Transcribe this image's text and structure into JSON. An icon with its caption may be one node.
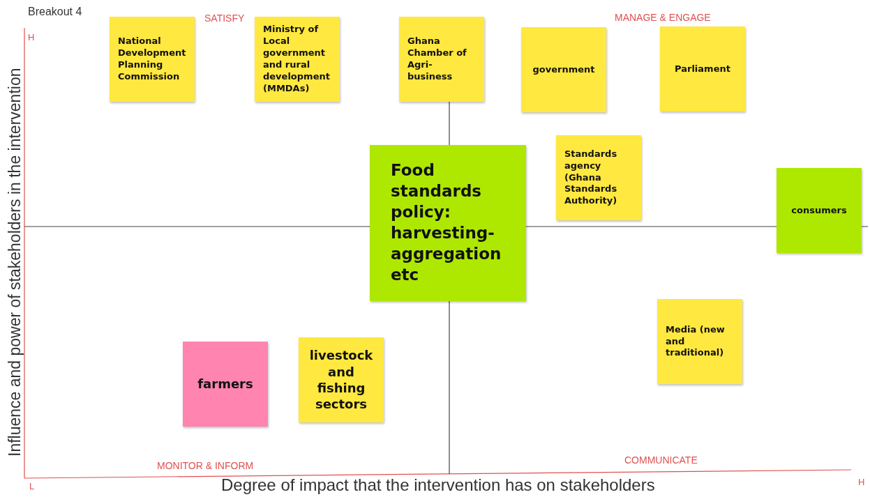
{
  "diagram": {
    "title": "Breakout 4",
    "nodes": [
      {
        "text": [
          "National Development Planning Commission"
        ]
      },
      {
        "text": [
          "Ministry of Local government and rural development (MMDAs)"
        ]
      },
      {
        "text": [
          "Ghana Chamber of Agri-business"
        ]
      },
      {
        "text": [
          "government"
        ]
      },
      {
        "text": [
          "Parliament"
        ]
      },
      {
        "text": [
          "Food standards policy: harvesting-aggregation etc"
        ]
      },
      {
        "text": [
          "Standards agency (Ghana Standards Authority)"
        ]
      },
      {
        "text": [
          "consumers"
        ]
      },
      {
        "text": [
          "Media (new and traditional)"
        ]
      },
      {
        "text": [
          "farmers"
        ]
      },
      {
        "text": [
          "livestock and fishing sectors"
        ]
      }
    ],
    "labels": [
      "H",
      "SATISFY",
      "MANAGE & ENGAGE",
      "Influence and power of stakeholders in the intervention",
      "MONITOR & INFORM",
      "COMMUNICATE",
      "L",
      "Degree of impact that the intervention has on stakeholders",
      "H"
    ]
  }
}
